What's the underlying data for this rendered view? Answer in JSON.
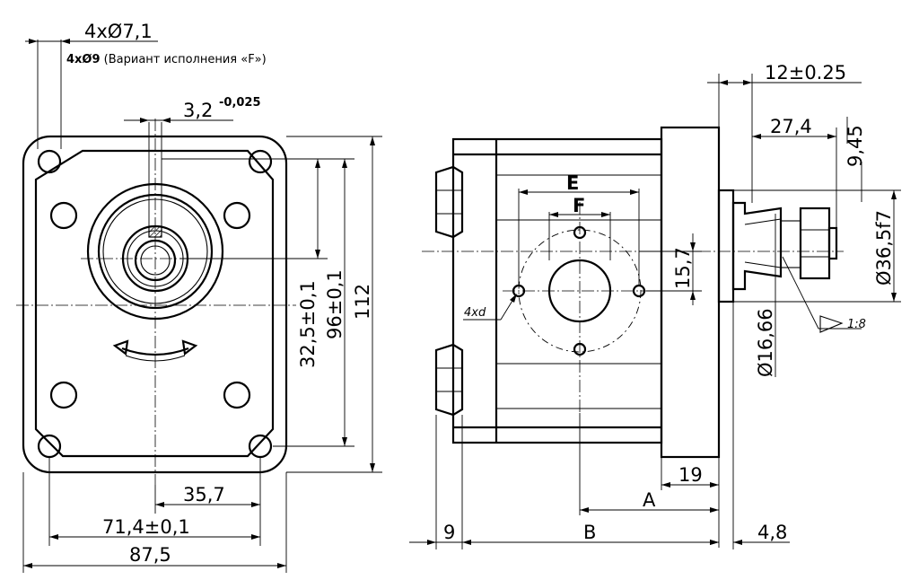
{
  "dimensions": {
    "holes": "4xØ7,1",
    "holes_variant_size": "4xØ9",
    "holes_variant_note": " (Вариант исполнения «F»)",
    "key_width": "3,2",
    "key_tol": "-0,025",
    "shaft_offset": "32,5±0,1",
    "hole_spacing_v": "96±0,1",
    "height": "112",
    "center_to_edge": "35,7",
    "hole_spacing_h": "71,4±0,1",
    "width": "87,5",
    "shaft_length": "12±0.25",
    "shaft_step": "27,4",
    "thread_len": "9,45",
    "pilot_dia": "Ø36,5f7",
    "port_offset": "15,7",
    "shaft_dia": "Ø16,66",
    "taper": "1:8",
    "flange_thk": "19",
    "dim_a": "A",
    "dim_b": "B",
    "nut_len": "9",
    "pilot_len": "4,8",
    "port_e": "E",
    "port_f": "F",
    "port_holes": "4xd"
  }
}
